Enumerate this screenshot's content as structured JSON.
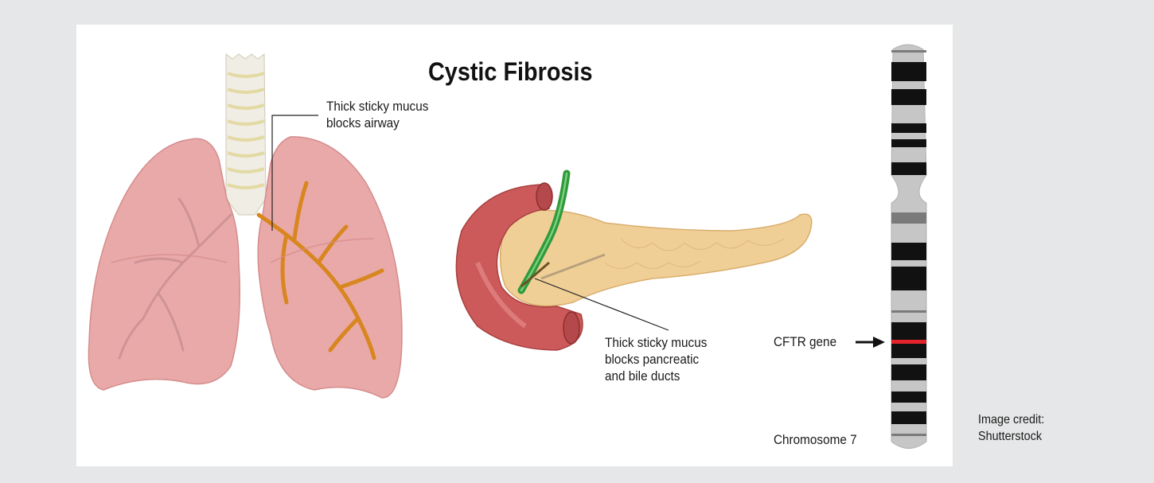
{
  "title": "Cystic Fibrosis",
  "callouts": {
    "lungs": [
      "Thick sticky mucus",
      "blocks airway"
    ],
    "pancreas": [
      "Thick sticky mucus",
      "blocks pancreatic",
      "and bile ducts"
    ]
  },
  "chromosome": {
    "gene_label": "CFTR gene",
    "name": "Chromosome 7"
  },
  "credit": [
    "Image credit:",
    "Shutterstock"
  ],
  "colors": {
    "background": "#e6e7e8",
    "panel": "#ffffff",
    "lung": "#e6a3a3",
    "mucus": "#d8861f",
    "pancreas": "#f0cf97",
    "duodenum": "#cc5a5a",
    "bile_duct": "#2f9a3a",
    "gene_marker": "#e3242b"
  }
}
